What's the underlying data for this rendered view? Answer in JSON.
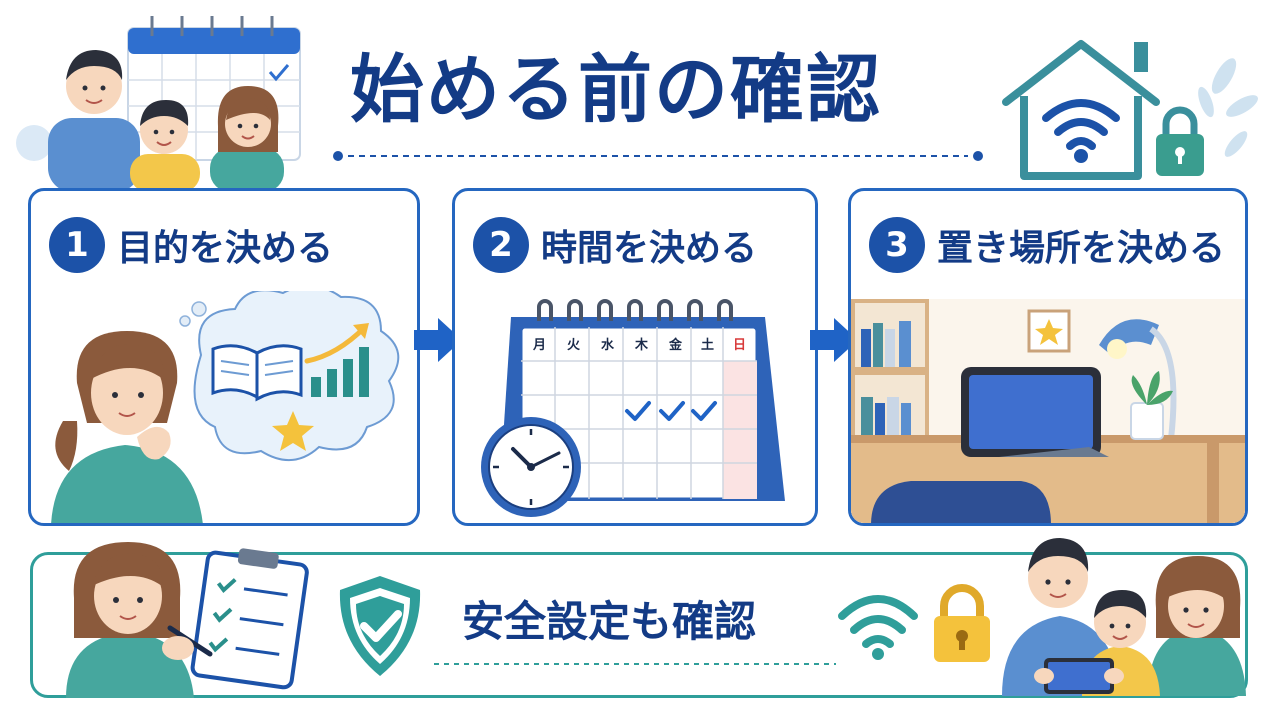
{
  "header": {
    "title": "始める前の確認"
  },
  "steps": [
    {
      "number": "1",
      "label": "目的を決める"
    },
    {
      "number": "2",
      "label": "時間を決める"
    },
    {
      "number": "3",
      "label": "置き場所を決める"
    }
  ],
  "calendar": {
    "weekdays": [
      "月",
      "火",
      "水",
      "木",
      "金",
      "土",
      "日"
    ]
  },
  "footer": {
    "label": "安全設定も確認"
  },
  "colors": {
    "navy": "#133b86",
    "blue": "#2567c0",
    "teal": "#2f9e9a",
    "yellow": "#f4c23c"
  }
}
